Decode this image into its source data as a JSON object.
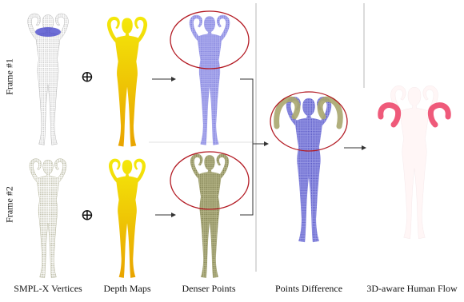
{
  "frames": [
    {
      "label": "Frame #1"
    },
    {
      "label": "Frame #2"
    }
  ],
  "operator_symbol": "⊕",
  "captions": {
    "smplx": "SMPL-X Vertices",
    "depth": "Depth Maps",
    "denser": "Denser Points",
    "difference": "Points Difference",
    "flow": "3D-aware Human Flow"
  },
  "colors": {
    "vertices_frame1": "#9a9a9a",
    "vertices_frame2": "#8f8f6a",
    "hand_highlight_frame1": "#3c3cc8",
    "depth_top": "#f4e80a",
    "depth_bottom": "#e9a400",
    "denser_frame1": "#8e8ee6",
    "denser_frame2": "#8f8f58",
    "difference_body": "#7272d8",
    "difference_arms": "#a9a66e",
    "flow_body": "#fff6f6",
    "flow_arms": "#ef5a7a",
    "highlight_ellipse": "#b31b24",
    "arrow": "#333333",
    "divider": "#b8b8b8"
  }
}
